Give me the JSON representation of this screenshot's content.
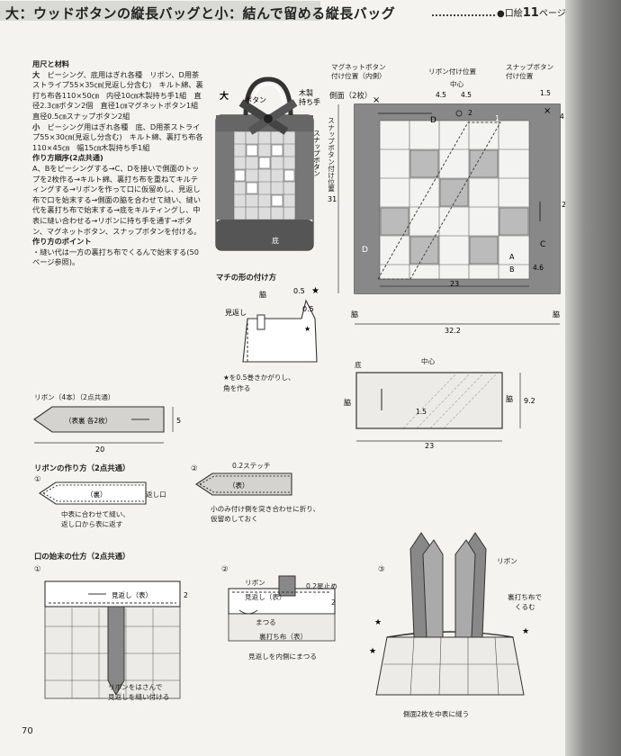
{
  "header": {
    "title": "大：ウッドボタンの縦長バッグと小：結んで留める縦長バッグ",
    "ref_prefix": "●口絵",
    "ref_num": "11",
    "ref_suffix": "ページ"
  },
  "materials": {
    "heading": "用尺と材料",
    "large_label": "大",
    "large_text": "ピーシング、底用はぎれ各種　リボン、D用茶ストライプ55×35㎝(見返し分含む)　キルト綿、裏打ち布各110×50㎝　内径10㎝木製持ち手1組　直径2.3㎝ボタン2個　直径1㎝マグネットボタン1組　直径0.5㎝スナップボタン2組",
    "small_label": "小",
    "small_text": "ピーシング用はぎれ各種　底、D用茶ストライプ55×30㎝(見返し分含む)　キルト綿、裏打ち布各110×45㎝　幅15㎝木製持ち手1組"
  },
  "method": {
    "heading": "作り方順序(2点共通)",
    "text": "A、Bをピーシングする→C、Dを接いで側面のトップを2枚作る→キルト綿、裏打ち布を重ねてキルティングする→リボンを作って口に仮留めし、見返し布で口を始末する→側面の脇を合わせて縫い、縫い代を裏打ち布で始末する→底をキルティングし、中表に縫い合わせる→リボンに持ち手を通す→ボタン、マグネットボタン、スナップボタンを付ける。"
  },
  "points": {
    "heading": "作り方のポイント",
    "text": "・縫い代は一方の裏打ち布でくるんで始末する(50ページ参照)。"
  },
  "bag": {
    "size_label": "大",
    "button": "ボタン",
    "handle": "木製\n持ち手",
    "ribbon": "リボン",
    "snap": "スナップボタン",
    "bottom": "底"
  },
  "machi": {
    "heading": "マチの形の付け方",
    "side": "脇",
    "d1": "0.5",
    "d2": "0.5",
    "facing": "見返し",
    "note_line1": "★を0.5巻きかがりし、",
    "note_line2": "角を作る"
  },
  "side_panel": {
    "magnet_label": "マグネットボタン\n付け位置（内側）",
    "ribbon_pos": "リボン付け位置",
    "center": "中心",
    "snap_pos": "スナップボタン\n付け位置",
    "title": "側面（2枚）",
    "snap_vertical": "スナップボタン付け位置",
    "d_45a": "4.5",
    "d_45b": "4.5",
    "d_2": "2",
    "d_15": "1.5",
    "d_4": "4",
    "d_1": "1",
    "d_31": "31",
    "d_23in": "23",
    "d_322": "32.2",
    "d_46": "4.6",
    "d_23r": "23",
    "lab_D1": "D",
    "lab_D2": "D",
    "lab_C": "C",
    "lab_A": "A",
    "lab_B": "B",
    "side_l": "脇",
    "side_r": "脇"
  },
  "bottom_panel": {
    "label": "底",
    "center": "中心",
    "side_l": "脇",
    "side_r": "脇",
    "d_15": "1.5",
    "d_92": "9.2",
    "d_23": "23"
  },
  "ribbon_part": {
    "title": "リボン（4本）（2点共通）",
    "inner": "（表裏 各2枚）",
    "d_5": "5",
    "d_20": "20"
  },
  "ribbon_howto": {
    "title": "リボンの作り方（2点共通）",
    "s1": "①",
    "s1_ura": "（裏）",
    "s1_opening": "返し口",
    "s1_note1": "中表に合わせて縫い、",
    "s1_note2": "返し口から表に返す",
    "s2": "②",
    "s2_stitch": "0.2ステッチ",
    "s2_omote": "（表）",
    "s2_note1": "小のみ付け側を突き合わせに折り、",
    "s2_note2": "仮留めしておく"
  },
  "mouth": {
    "title": "口の始末の仕方（2点共通）",
    "s1": "①",
    "s1_facing": "見返し（表）",
    "s1_d2": "2",
    "s1_note1": "リボンをはさんで",
    "s1_note2": "見返しを縫い付ける",
    "s2": "②",
    "s2_ribbon": "リボン",
    "s2_facing": "見返し（表）",
    "s2_tack": "0.2星止め",
    "s2_d2": "2",
    "s2_matsuru": "まつる",
    "s2_backing": "裏打ち布（表）",
    "s2_note": "見返しを内側にまつる",
    "s3": "③",
    "s3_ribbon": "リボン",
    "s3_wrap1": "裏打ち布で",
    "s3_wrap2": "くるむ",
    "s3_note": "側面2枚を中表に縫う"
  },
  "page_number": "70"
}
